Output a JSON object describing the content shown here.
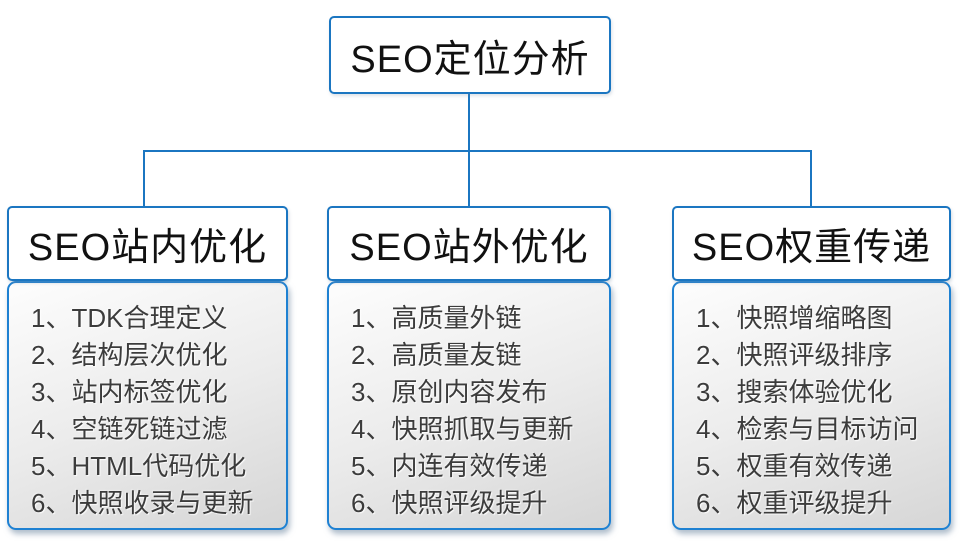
{
  "diagram": {
    "accent_color": "#1b76c1",
    "root": {
      "title": "SEO定位分析"
    },
    "columns": [
      {
        "title": "SEO站内优化",
        "items": [
          "1、TDK合理定义",
          "2、结构层次优化",
          "3、站内标签优化",
          "4、空链死链过滤",
          "5、HTML代码优化",
          "6、快照收录与更新"
        ]
      },
      {
        "title": "SEO站外优化",
        "items": [
          "1、高质量外链",
          "2、高质量友链",
          "3、原创内容发布",
          "4、快照抓取与更新",
          "5、内连有效传递",
          "6、快照评级提升"
        ]
      },
      {
        "title": "SEO权重传递",
        "items": [
          "1、快照增缩略图",
          "2、快照评级排序",
          "3、搜索体验优化",
          "4、检索与目标访问",
          "5、权重有效传递",
          "6、权重评级提升"
        ]
      }
    ]
  }
}
